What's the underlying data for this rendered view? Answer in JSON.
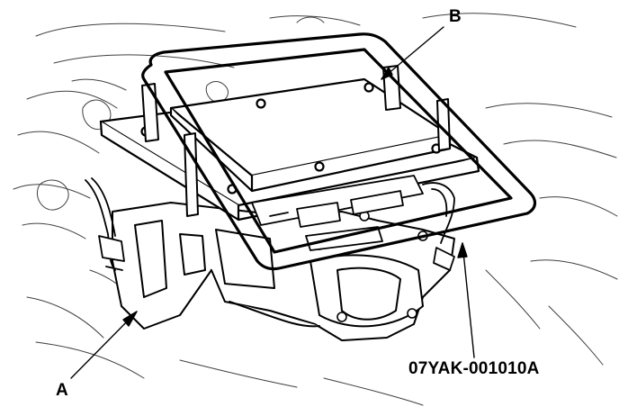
{
  "callouts": {
    "a": "A",
    "b": "B",
    "tool_number": "07YAK-001010A"
  },
  "colors": {
    "line": "#000000",
    "background": "#ffffff"
  }
}
